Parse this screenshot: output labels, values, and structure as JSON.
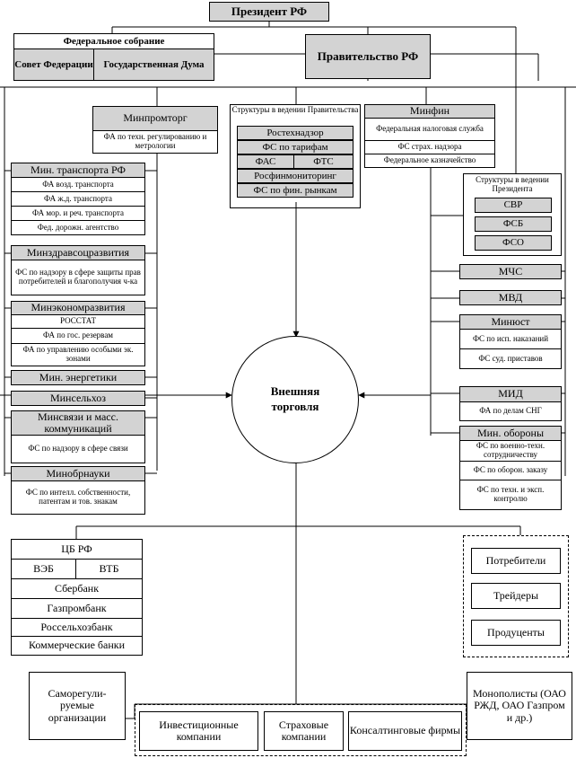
{
  "top": {
    "president": "Президент РФ",
    "federal_assembly": "Федеральное собрание",
    "federation_council": "Совет Федерации",
    "state_duma": "Государственная Дума",
    "government": "Правительство РФ"
  },
  "left_column": {
    "minpromtorg": "Минпромторг",
    "minpromtorg_sub": "ФА по техн. регулированию и метрологии",
    "mintrans": "Мин. транспорта РФ",
    "mintrans_items": [
      "ФА возд. транспорта",
      "ФА ж.д. транспорта",
      "ФА мор. и реч. транспорта",
      "Фед. дорожн. агентство"
    ],
    "minzdrav": "Минздравсоцразвития",
    "minzdrav_sub": "ФС по надзору в сфере защиты прав потребителей и благополучия ч-ка",
    "minek": "Минэкономразвития",
    "minek_items": [
      "РОССТАТ",
      "ФА по гос. резервам",
      "ФА по управлению особыми эк. зонами"
    ],
    "minenergy": "Мин. энергетики",
    "minselhoz": "Минсельхоз",
    "minsvyaz": "Минсвязи и масс. коммуникаций",
    "minsvyaz_sub": "ФС по надзору в сфере связи",
    "minobr": "Минобрнауки",
    "minobr_sub": "ФС по интелл. собственности, патентам и тов. знакам"
  },
  "gov_structures": {
    "title": "Структуры в ведении Правительства",
    "rostekh": "Ростехнадзор",
    "fs_tariffs": "ФС по тарифам",
    "fas": "ФАС",
    "fts": "ФТС",
    "rosfin": "Росфинмониторинг",
    "fs_fin": "ФС по фин. рынкам"
  },
  "minfin": {
    "title": "Минфин",
    "items": [
      "Федеральная налоговая служба",
      "ФС страх. надзора",
      "Федеральное казначейство"
    ]
  },
  "president_structures": {
    "title": "Структуры в ведении Президента",
    "items": [
      "СВР",
      "ФСБ",
      "ФСО"
    ]
  },
  "right_column": {
    "mchs": "МЧС",
    "mvd": "МВД",
    "minjust": "Минюст",
    "minjust_items": [
      "ФС по исп. наказаний",
      "ФС суд. приставов"
    ],
    "mid": "МИД",
    "mid_sub": "ФА по делам СНГ",
    "minoborony": "Мин. обороны",
    "minoborony_items": [
      "ФС по военно-техн. сотрудничеству",
      "ФС по оборон. заказу",
      "ФС по техн. и эксп. контролю"
    ]
  },
  "center": {
    "line1": "Внешняя",
    "line2": "торговля"
  },
  "banks": {
    "cb": "ЦБ РФ",
    "veb": "ВЭБ",
    "vtb": "ВТБ",
    "sber": "Сбербанк",
    "gazprombank": "Газпромбанк",
    "rsb": "Россельхозбанк",
    "commercial": "Коммерческие банки"
  },
  "market": {
    "items": [
      "Потребители",
      "Трейдеры",
      "Продуценты"
    ]
  },
  "bottom": {
    "sro": "Саморегули-руемые организации",
    "investment": "Инвестиционные компании",
    "insurance": "Страховые компании",
    "consulting": "Консалтинговые фирмы",
    "monopolists": "Монополисты (ОАО РЖД, ОАО Газпром и др.)"
  }
}
